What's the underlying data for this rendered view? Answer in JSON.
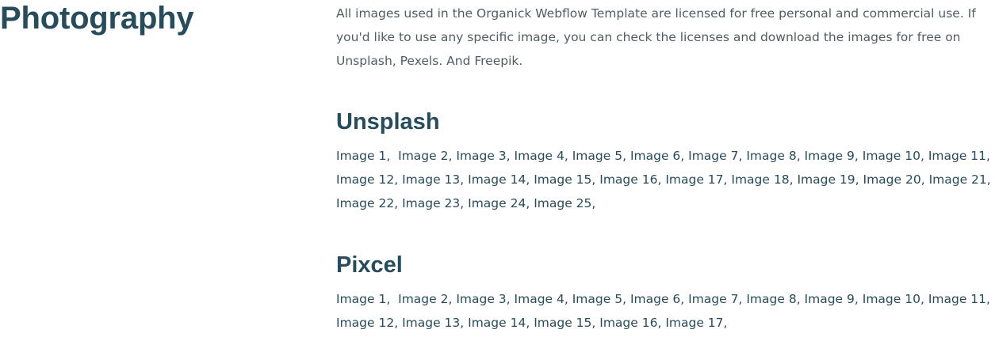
{
  "header": {
    "title": "Photography"
  },
  "intro": {
    "text": "All images used in the Organick Webflow Template are licensed for free personal and commercial use. If you'd like to use any specific image, you can check the licenses and download the images for free on Unsplash, Pexels. And Freepik."
  },
  "sections": [
    {
      "title": "Unsplash",
      "images": [
        "Image 1",
        "Image 2",
        "Image 3",
        "Image 4",
        "Image 5",
        "Image 6",
        "Image 7",
        "Image 8",
        "Image 9",
        "Image 10",
        "Image 11",
        "Image 12",
        "Image 13",
        "Image 14",
        "Image 15",
        "Image 16",
        "Image 17",
        "Image 18",
        "Image 19",
        "Image 20",
        "Image 21",
        "Image 22",
        "Image 23",
        "Image 24",
        "Image 25"
      ]
    },
    {
      "title": "Pixcel",
      "images": [
        "Image 1",
        "Image 2",
        "Image 3",
        "Image 4",
        "Image 5",
        "Image 6",
        "Image 7",
        "Image 8",
        "Image 9",
        "Image 10",
        "Image 11",
        "Image 12",
        "Image 13",
        "Image 14",
        "Image 15",
        "Image 16",
        "Image 17"
      ]
    }
  ],
  "colors": {
    "heading": "#274c5b",
    "body_text": "#525c60",
    "link": "#274c5b",
    "background": "#ffffff"
  }
}
